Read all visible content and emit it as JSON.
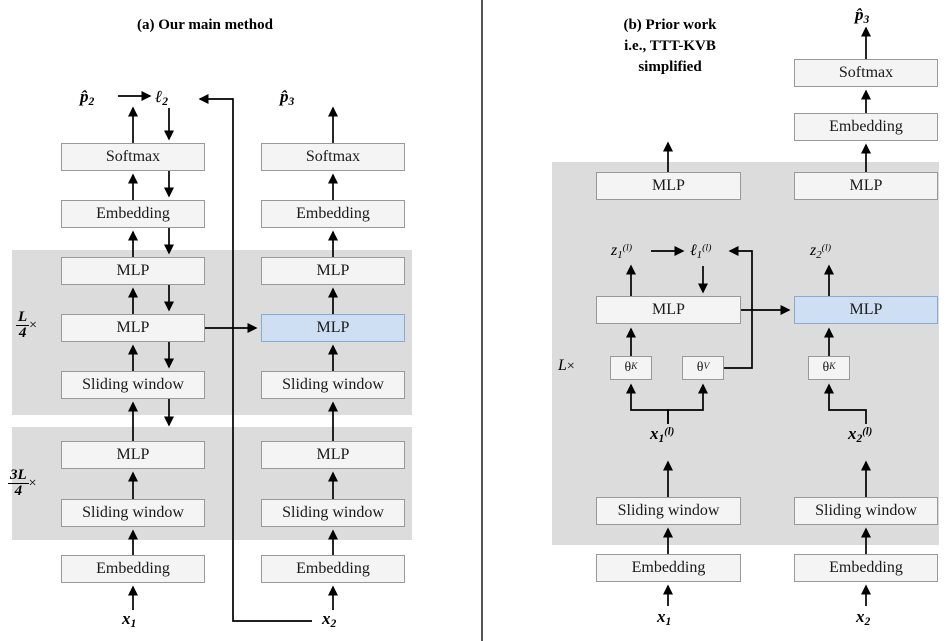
{
  "figure": {
    "panel_a": {
      "title": "(a) Our main method",
      "columns": [
        {
          "name": "left",
          "input_label": "x₁",
          "output_label": "p̂2",
          "blocks": [
            "Embedding",
            "Sliding window",
            "MLP",
            "Sliding window",
            "MLP",
            "MLP",
            "Embedding",
            "Softmax"
          ]
        },
        {
          "name": "right",
          "input_label": "x₂",
          "output_label": "p̂3",
          "blocks": [
            "Embedding",
            "Sliding window",
            "MLP",
            "Sliding window",
            "MLP",
            "MLP",
            "Embedding",
            "Softmax"
          ]
        }
      ],
      "loss_label": "ℓ₂",
      "group_upper_label": {
        "numerator": "L",
        "denominator": "4",
        "times": "×"
      },
      "group_lower_label": {
        "numerator": "3L",
        "denominator": "4",
        "times": "×"
      },
      "labels": {
        "softmax": "Softmax",
        "embedding": "Embedding",
        "mlp": "MLP",
        "sliding_window": "Sliding window"
      }
    },
    "panel_b": {
      "title_lines": [
        "(b) Prior work",
        "i.e., TTT-KVB",
        "simplified"
      ],
      "group_label": {
        "text": "L",
        "times": "×"
      },
      "columns": [
        {
          "name": "left",
          "input_label": "x₁",
          "inner_input_label": "x₁(l)",
          "state_label": "z₁(l)",
          "blocks": [
            "Embedding",
            "Sliding window",
            "θK",
            "θV",
            "MLP",
            "MLP"
          ]
        },
        {
          "name": "right",
          "input_label": "x₂",
          "inner_input_label": "x₂(l)",
          "state_label": "z₂(l)",
          "output_label": "p̂3",
          "blocks": [
            "Embedding",
            "Sliding window",
            "θK",
            "MLP",
            "MLP",
            "Embedding",
            "Softmax"
          ]
        }
      ],
      "loss_label": "ℓ₁(l)",
      "labels": {
        "softmax": "Softmax",
        "embedding": "Embedding",
        "mlp": "MLP",
        "sliding_window": "Sliding window",
        "theta_k": "θK",
        "theta_v": "θV"
      }
    },
    "colors": {
      "band": "#dcdcdc",
      "node_fill": "#f4f4f4",
      "node_border": "#999999",
      "highlight_fill": "#cedff4",
      "highlight_border": "#8aa9cf",
      "line": "#000000",
      "divider": "#555555"
    }
  }
}
